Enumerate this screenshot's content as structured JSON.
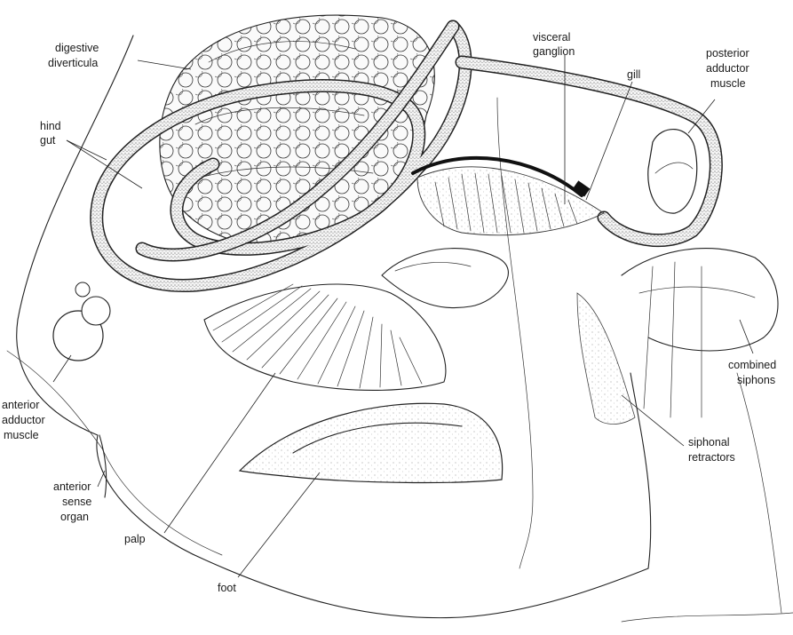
{
  "diagram": {
    "labels": {
      "digestive_diverticula": [
        "digestive",
        "diverticula"
      ],
      "hind_gut": [
        "hind",
        "gut"
      ],
      "visceral_ganglion": [
        "visceral",
        "ganglion"
      ],
      "gill": "gill",
      "posterior_adductor_muscle": [
        "posterior",
        "adductor",
        "muscle"
      ],
      "combined_siphons": [
        "combined",
        "siphons"
      ],
      "siphonal_retractors": [
        "siphonal",
        "retractors"
      ],
      "anterior_adductor_muscle": [
        "anterior",
        "adductor",
        "muscle"
      ],
      "anterior_sense_organ": [
        "anterior",
        "sense",
        "organ"
      ],
      "palp": "palp",
      "foot": "foot"
    },
    "colors": {
      "ink": "#222222",
      "background": "#ffffff"
    }
  }
}
